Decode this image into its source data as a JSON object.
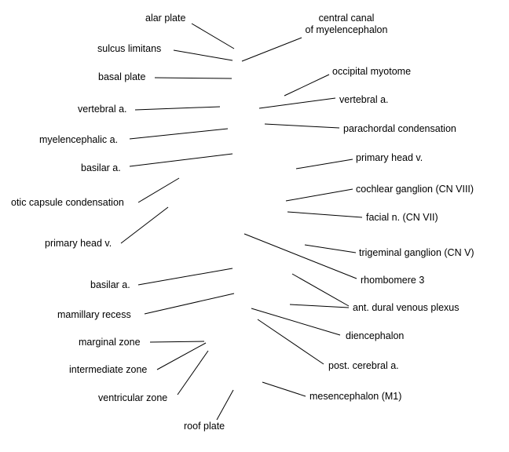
{
  "labels": {
    "alar_plate": "alar plate",
    "central_canal_line1": "central canal",
    "central_canal_line2": "of myelencephalon",
    "sulcus_limitans": "sulcus limitans",
    "basal_plate": "basal plate",
    "occipital_myotome": "occipital myotome",
    "vertebral_a_left": "vertebral a.",
    "vertebral_a_right": "vertebral a.",
    "parachordal_condensation": "parachordal condensation",
    "myelencephalic_a": "myelencephalic a.",
    "basilar_a_upper": "basilar a.",
    "primary_head_v_right": "primary head v.",
    "cochlear_ganglion": "cochlear ganglion (CN VIII)",
    "otic_capsule_condensation": "otic capsule condensation",
    "facial_n": "facial n. (CN VII)",
    "primary_head_v_left": "primary head v.",
    "trigeminal_ganglion": "trigeminal ganglion (CN V)",
    "rhombomere_3": "rhombomere 3",
    "basilar_a_lower": "basilar a.",
    "ant_dural_venous_plexus": "ant. dural venous plexus",
    "mamillary_recess": "mamillary recess",
    "diencephalon": "diencephalon",
    "marginal_zone": "marginal zone",
    "intermediate_zone": "intermediate zone",
    "post_cerebral_a": "post. cerebral a.",
    "ventricular_zone": "ventricular zone",
    "mesencephalon": "mesencephalon (M1)",
    "roof_plate": "roof plate"
  }
}
